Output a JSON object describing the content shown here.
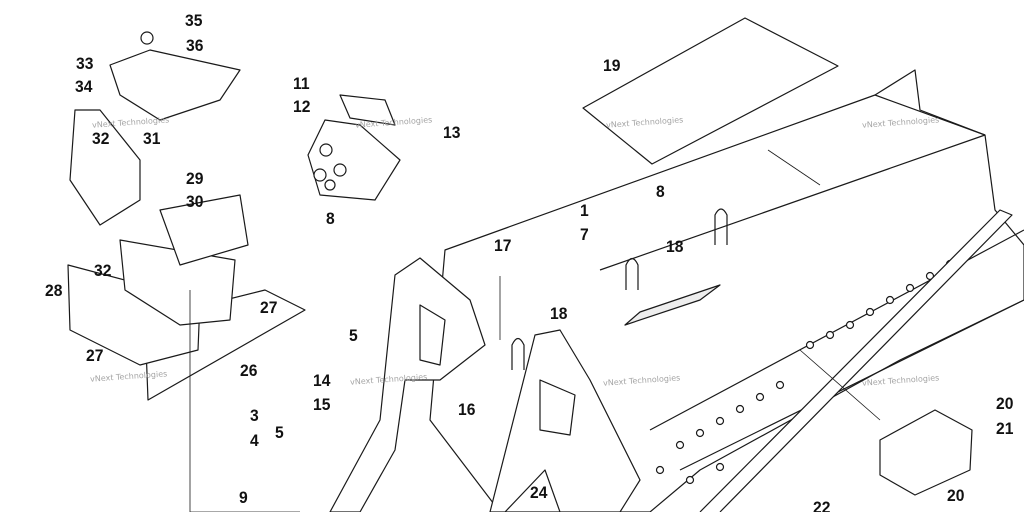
{
  "diagram": {
    "callouts": [
      "35",
      "36",
      "33",
      "34",
      "32",
      "31",
      "29",
      "30",
      "32",
      "28",
      "27",
      "26",
      "27",
      "11",
      "12",
      "13",
      "8",
      "19",
      "8",
      "1",
      "7",
      "18",
      "17",
      "18",
      "5",
      "14",
      "15",
      "16",
      "3",
      "4",
      "5",
      "9",
      "24",
      "22",
      "20",
      "21",
      "20"
    ],
    "watermark": "vNext Technologies",
    "colors": {
      "line": "#1a1a1a",
      "fill": "#ffffff",
      "shade": "#d9d9d9",
      "dark": "#555555"
    }
  }
}
